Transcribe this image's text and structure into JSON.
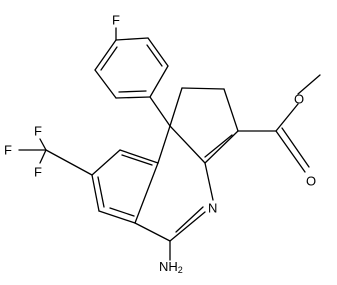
{
  "molecule": {
    "atom_labels": {
      "F_top": "F",
      "F_cf3_top": "F",
      "F_cf3_left": "F",
      "F_cf3_bottom": "F",
      "N_ring": "N",
      "O_ester_single": "O",
      "O_ester_double": "O",
      "NH2_N": "NH",
      "NH2_sub": "2"
    }
  }
}
